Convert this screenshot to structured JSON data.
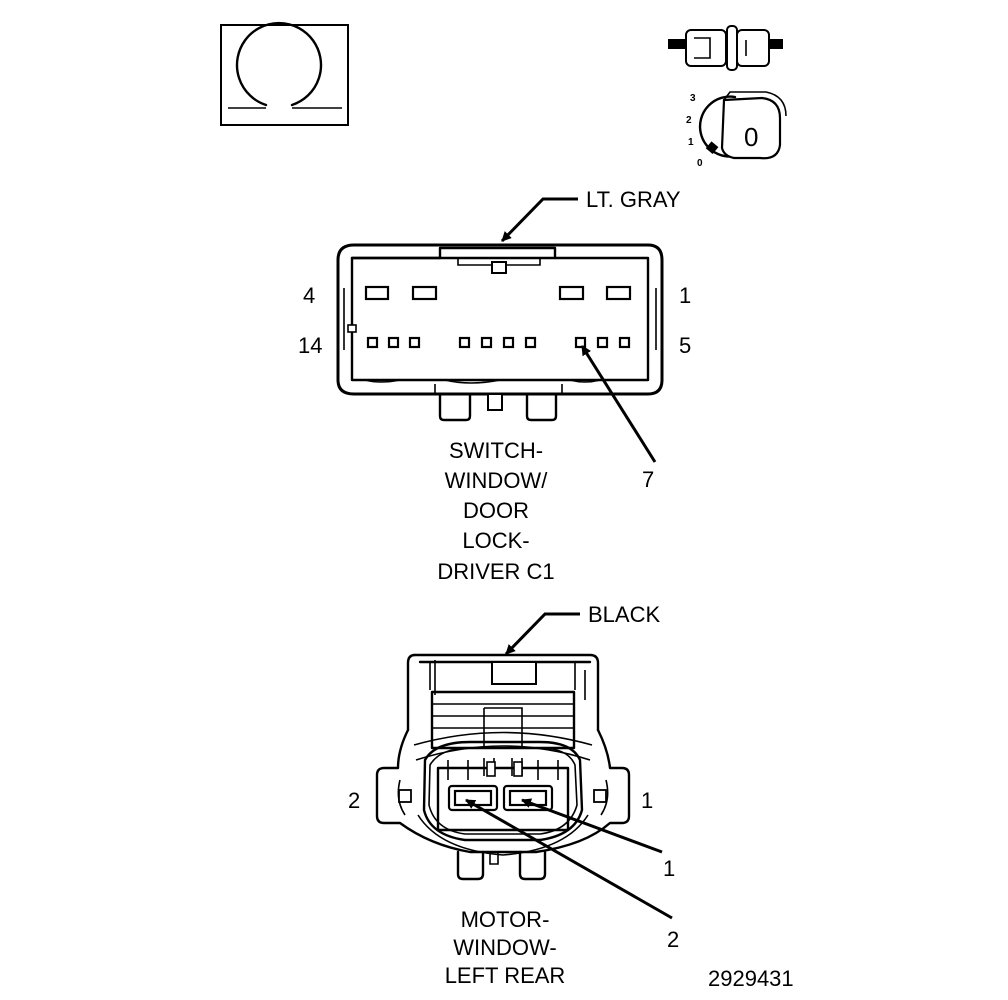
{
  "connector1": {
    "color": "LT. GRAY",
    "name_lines": [
      "SWITCH-",
      "WINDOW/",
      "DOOR",
      "LOCK-",
      "DRIVER C1"
    ],
    "pin_top_left": "4",
    "pin_top_right": "1",
    "pin_bottom_left": "14",
    "pin_bottom_right": "5",
    "callout_pin": "7"
  },
  "connector2": {
    "color": "BLACK",
    "name_lines": [
      "MOTOR-",
      "WINDOW-",
      "LEFT REAR"
    ],
    "pin_left": "2",
    "pin_right": "1",
    "callout_pin_1": "1",
    "callout_pin_2": "2"
  },
  "ignition_icon": {
    "key_label": "0",
    "positions": [
      "3",
      "2",
      "1",
      "0"
    ]
  },
  "figure_number": "2929431"
}
